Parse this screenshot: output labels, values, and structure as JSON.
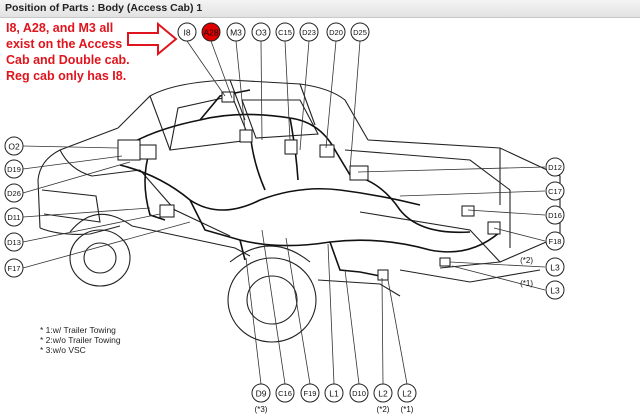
{
  "window": {
    "title": "Position of Parts : Body (Access Cab) 1"
  },
  "annotation": {
    "text": "I8, A28, and M3 all exist on the Access Cab and Double cab. Reg cab only has I8.",
    "color": "#e0141c"
  },
  "connectors": {
    "top": [
      "I8",
      "A28",
      "M3",
      "O3",
      "C15",
      "D23",
      "D20",
      "D25"
    ],
    "left": [
      "O2",
      "D19",
      "D26",
      "D11",
      "D13",
      "F17"
    ],
    "right": [
      "D12",
      "C17",
      "D16",
      "F18",
      "L3",
      "L3"
    ],
    "bottom": [
      "D9",
      "C16",
      "F19",
      "L1",
      "D10",
      "L2",
      "L2"
    ],
    "highlighted": "A28",
    "highlight_color": "#e00000"
  },
  "footnote_marks": {
    "right_l3_a": "(*2)",
    "right_l3_b": "(*1)",
    "bottom_d9": "(*3)",
    "bottom_l2_a": "(*2)",
    "bottom_l2_b": "(*1)"
  },
  "legend": [
    "* 1:w/ Trailer Towing",
    "* 2:w/o Trailer Towing",
    "* 3:w/o VSC"
  ]
}
